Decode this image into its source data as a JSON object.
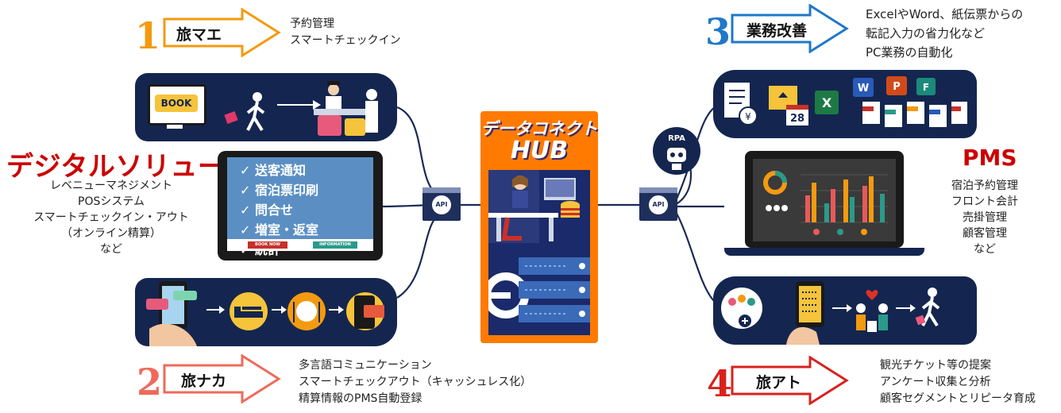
{
  "steps": [
    {
      "num": "1",
      "label": "旅マエ",
      "color": "#f39a10",
      "notes": [
        "予約管理",
        "スマートチェックイン"
      ]
    },
    {
      "num": "2",
      "label": "旅ナカ",
      "color": "#ef6a5a",
      "notes": [
        "多言語コミュニケーション",
        "スマートチェックアウト（キャッシュレス化）",
        "精算情報のPMS自動登録"
      ]
    },
    {
      "num": "3",
      "label": "業務改善",
      "color": "#1f78c8",
      "notes": [
        "ExcelやWord、紙伝票からの",
        "転記入力の省力化など",
        "PC業務の自動化"
      ]
    },
    {
      "num": "4",
      "label": "旅アト",
      "color": "#d8221e",
      "notes": [
        "観光チケット等の提案",
        "アンケート収集と分析",
        "顧客セグメントとリピータ育成"
      ]
    }
  ],
  "digital": {
    "title": "デジタルソリューション",
    "items": [
      "レベニューマネジメント",
      "POSシステム",
      "スマートチェックイン・アウト",
      "（オンライン精算）",
      "など"
    ]
  },
  "tablet": {
    "items": [
      "✓ 送客通知",
      "✓ 宿泊票印刷",
      "✓ 問合せ",
      "✓ 増室・返室",
      "✓ 統計"
    ],
    "btn_book": "BOOK NOW",
    "btn_info": "INFORMATION"
  },
  "book_label": "BOOK",
  "hub": {
    "line1": "データコネクト",
    "line2": "HUB"
  },
  "api_label": "API",
  "rpa_label": "RPA",
  "calendar_day": "28",
  "pms": {
    "title": "PMS",
    "items": [
      "宿泊予約管理",
      "フロント会計",
      "売掛管理",
      "顧客管理",
      "など"
    ]
  },
  "colors": {
    "navy": "#14264f",
    "hub_orange": "#ff7a00",
    "accent_red": "#cc0000"
  },
  "icons": {
    "panel1": [
      "monitor-book-icon",
      "walking-person-icon",
      "luggage-icon",
      "front-desk-icon"
    ],
    "panel2": [
      "chat-phone-icon",
      "bed-icon",
      "meal-icon",
      "payment-phone-icon"
    ],
    "panel3": [
      "tax-document-icon",
      "chart-calendar-icon",
      "excel-icon",
      "word-icon",
      "powerpoint-icon",
      "forms-icon",
      "pdf-file-icon"
    ],
    "panel4": [
      "customer-group-icon",
      "survey-phone-icon",
      "family-icon",
      "repeat-visitor-icon"
    ]
  }
}
